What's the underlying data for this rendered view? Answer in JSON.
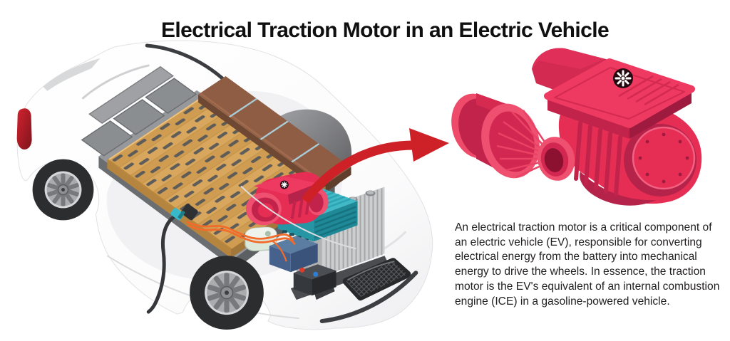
{
  "title": "Electrical Traction Motor in an Electric Vehicle",
  "description": "An electrical traction motor is a critical component of an electric vehicle (EV), responsible for converting electrical energy from the battery into mechanical energy to drive the wheels. In essence, the traction motor is the EV's equivalent of an internal combustion engine (ICE) in a gasoline-powered vehicle.",
  "figures": {
    "car": "ev-cutaway-illustration",
    "motor": "traction-motor-closeup-illustration",
    "arrow": "zoom-callout-arrow"
  },
  "colors": {
    "motor_crimson": "#e62e55",
    "motor_crimson_dark": "#a81f41",
    "motor_crimson_light": "#f2597a",
    "callout_arrow_red": "#cd2127",
    "battery_cell_tan": "#d8a65c",
    "battery_module_brown": "#8f5c44",
    "inverter_teal": "#2ba9b8",
    "radiator_gray": "#cdced0",
    "glass_gray": "#6a6b6e",
    "text_color": "#232021"
  }
}
